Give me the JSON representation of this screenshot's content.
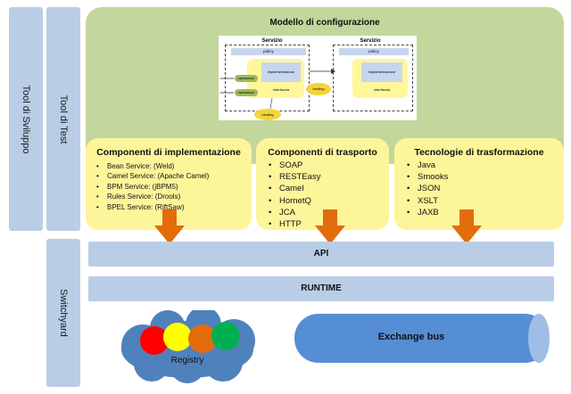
{
  "left_bars": {
    "dev_tools": "Tool di Sviluppo",
    "test_tools": "Tool di Test",
    "switchyard": "Switchyard"
  },
  "config_model": {
    "title": "Modello di configurazione",
    "service_left": "Servizio",
    "service_right": "Servizio",
    "policy": "policy",
    "implementation": "implementazione",
    "interface": "interfaccia",
    "operation": "operazione",
    "binding": "binding"
  },
  "components": [
    {
      "title": "Componenti di implementazione",
      "items": [
        "Bean Service: (Weld)",
        "Camel Service: (Apache Camel)",
        "BPM Service: (jBPM5)",
        "Rules Service: (Drools)",
        "BPEL Service: (RiftSaw)"
      ]
    },
    {
      "title": "Componenti di trasporto",
      "items": [
        "SOAP",
        "RESTEasy",
        "Camel",
        "HornetQ",
        "JCA",
        "HTTP"
      ]
    },
    {
      "title": "Tecnologie di trasformazione",
      "items": [
        "Java",
        "Smooks",
        "JSON",
        "XSLT",
        "JAXB"
      ]
    }
  ],
  "layers": {
    "api": "API",
    "runtime": "RUNTIME"
  },
  "registry": "Registry",
  "exchange_bus": "Exchange bus",
  "colors": {
    "green_panel": "#c3d69b",
    "yellow_box": "#fdf59a",
    "layer_blue": "#b9cde6",
    "arrow_orange": "#e36c0a",
    "cloud_blue": "#4f81bd",
    "bus_blue": "#558ed5"
  }
}
